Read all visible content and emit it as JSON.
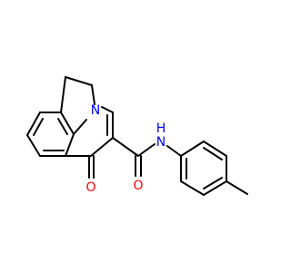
{
  "molecule": {
    "atoms": {
      "ring_nitrogen": {
        "symbol": "N",
        "color": "#0000ff"
      },
      "amide_nitrogen": {
        "symbol": "N",
        "color": "#0000ff"
      },
      "amide_hydrogen": {
        "symbol": "H",
        "color": "#0000ff"
      },
      "ketone_oxygen": {
        "symbol": "O",
        "color": "#ff0000"
      },
      "amide_oxygen": {
        "symbol": "O",
        "color": "#ff0000"
      }
    },
    "bond_color": "#000000",
    "background": "#ffffff"
  }
}
